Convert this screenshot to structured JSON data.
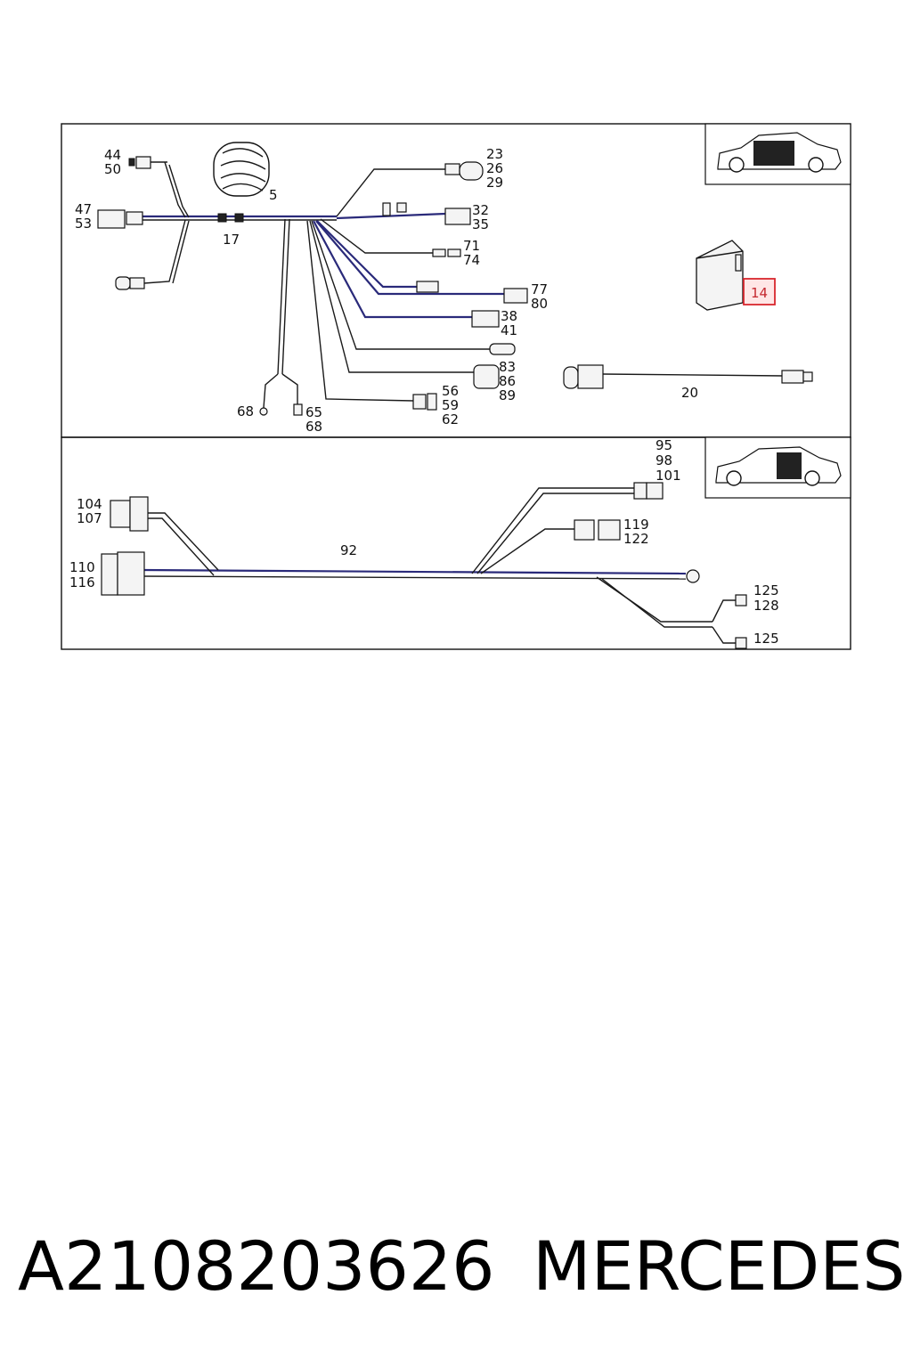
{
  "upper_panel": {
    "callouts": {
      "c44": "44",
      "c50": "50",
      "c47": "47",
      "c53": "53",
      "c5": "5",
      "c17": "17",
      "c23": "23",
      "c26": "26",
      "c29": "29",
      "c32": "32",
      "c35": "35",
      "c71": "71",
      "c74": "74",
      "c77": "77",
      "c80": "80",
      "c38": "38",
      "c41": "41",
      "c83": "83",
      "c86": "86",
      "c89": "89",
      "c56": "56",
      "c59": "59",
      "c62": "62",
      "c68a": "68",
      "c65": "65",
      "c68b": "68",
      "c20": "20",
      "c14": "14"
    },
    "highlight_color": "#d9272e"
  },
  "lower_panel": {
    "callouts": {
      "c95": "95",
      "c98": "98",
      "c101": "101",
      "c104": "104",
      "c107": "107",
      "c110": "110",
      "c116": "116",
      "c92": "92",
      "c119": "119",
      "c122": "122",
      "c125a": "125",
      "c128": "128",
      "c125b": "125"
    }
  },
  "footer": {
    "part_number": "A2108203626",
    "brand": "MERCEDES"
  }
}
